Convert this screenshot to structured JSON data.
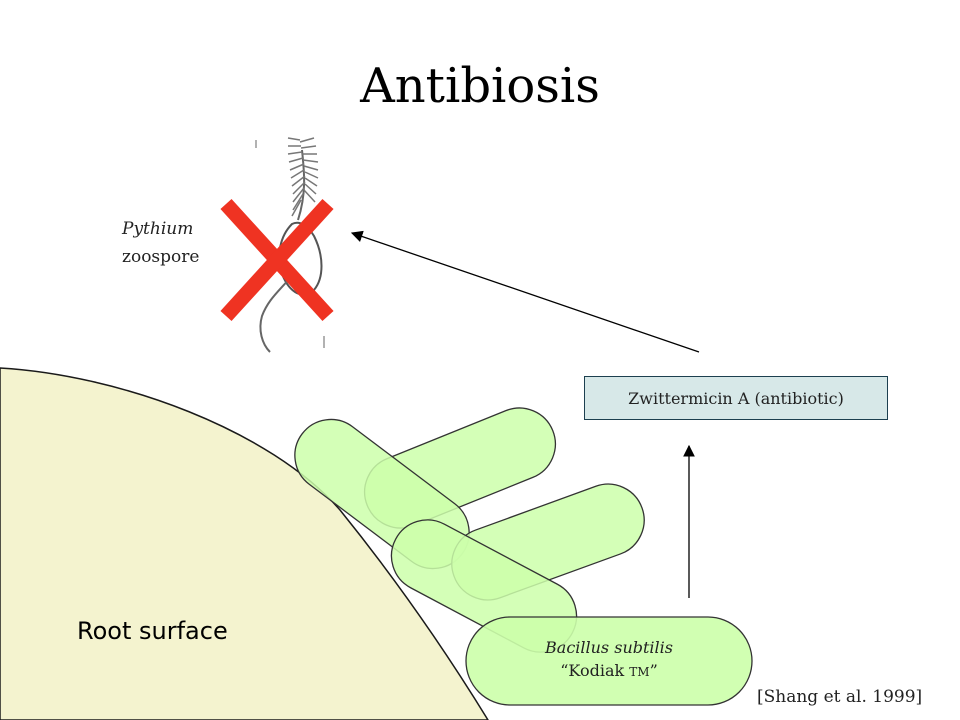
{
  "slide": {
    "title": "Antibiosis",
    "citation": "[Shang et al. 1999]"
  },
  "pathogen": {
    "genus": "Pythium",
    "stage": "zoospore",
    "status": "killed"
  },
  "antibiotic": {
    "label": "Zwittermicin A (antibiotic)"
  },
  "bacterium": {
    "species": "Bacillus subtilis",
    "strain_open": "“Kodiak ",
    "strain_mark": "TM",
    "strain_close": "”"
  },
  "root": {
    "label": "Root surface"
  },
  "colors": {
    "root_fill": "#f4f3cf",
    "cell_fill": "#ccffaa",
    "cell_overlap": "#aaff88",
    "cell_stroke": "#333333",
    "x_mark": "#ef3322",
    "box_fill": "#d7e8e8",
    "box_stroke": "#1c3f4f"
  }
}
